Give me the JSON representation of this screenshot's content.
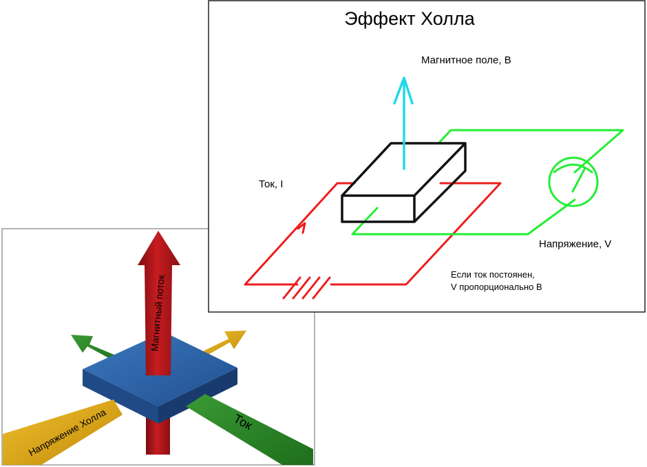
{
  "title": "Эффект Холла",
  "schematic": {
    "magnetic_field_label": "Магнитное поле, B",
    "current_label": "Ток, I",
    "voltage_label": "Напряжение, V",
    "note_line1": "Если ток постоянен,",
    "note_line2": "V пропорционально B"
  },
  "illustration": {
    "flux_label": "Магнитный поток",
    "hall_voltage_label": "Напряжение Холла",
    "current_label": "Ток"
  },
  "colors": {
    "current": "#ee1c1c",
    "voltage": "#22ee33",
    "field": "#22d8e8",
    "plate_top": "#2f63a8",
    "flux_arrow": "#a81418",
    "green_arrow": "#2e8a2a",
    "yellow_arrow": "#d8a010"
  }
}
